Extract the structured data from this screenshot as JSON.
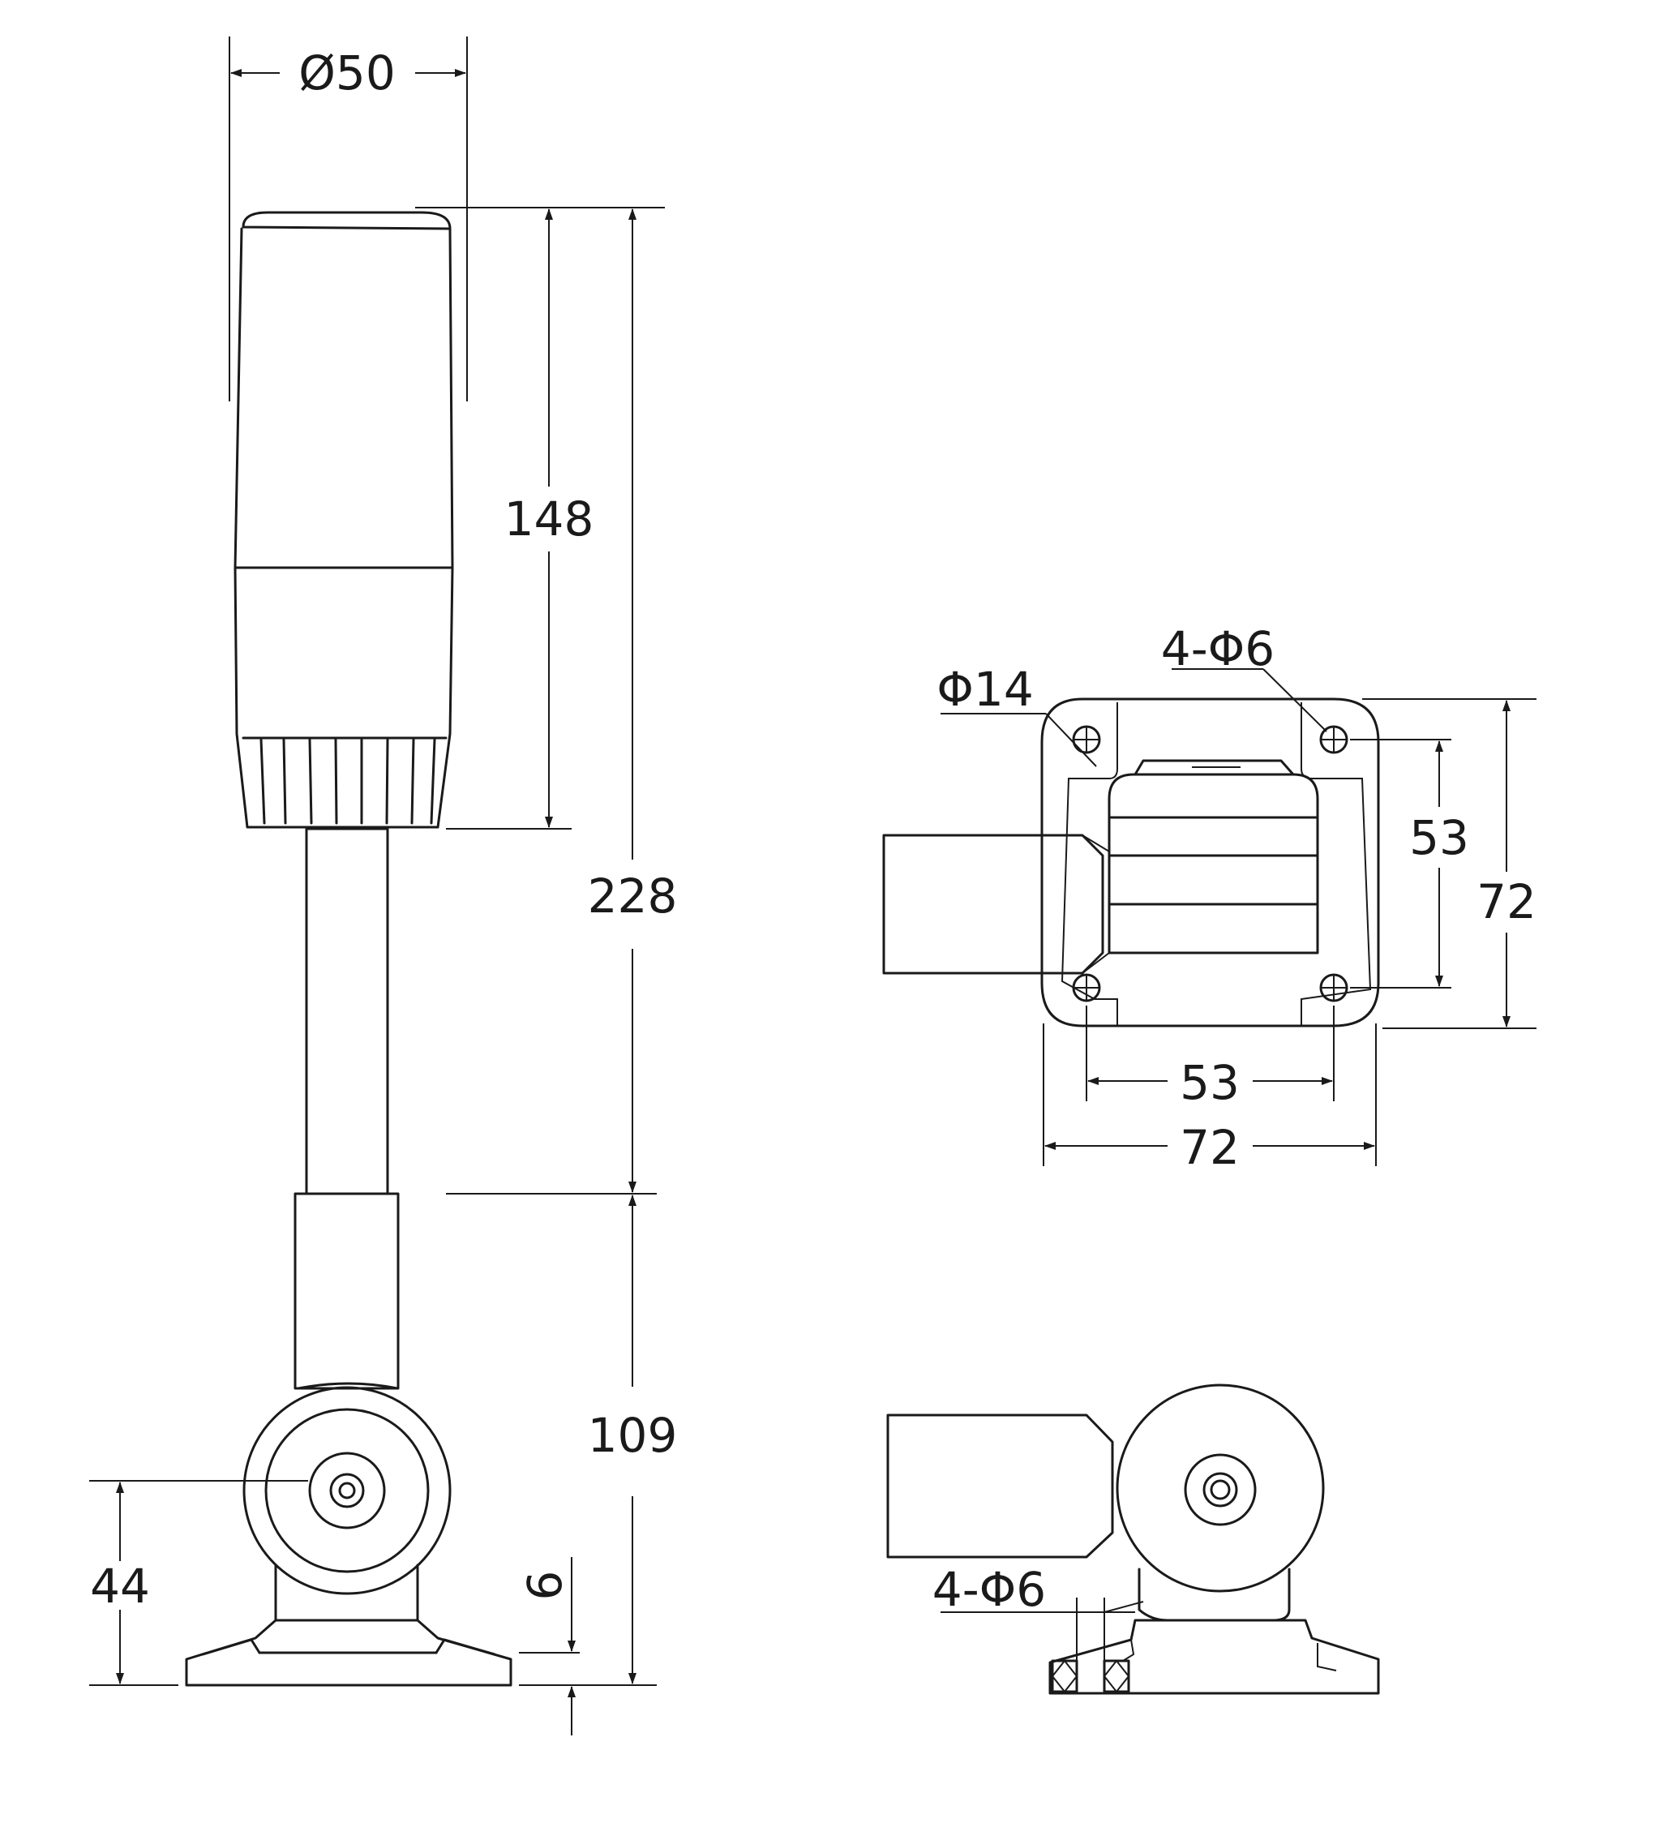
{
  "dimensions": {
    "diameter_50": "Ø50",
    "height_148": "148",
    "height_228": "228",
    "height_109": "109",
    "height_44": "44",
    "thickness_6": "6",
    "bolt_spacing_v": "53",
    "base_width_v": "72",
    "bolt_spacing_h": "53",
    "base_width_h": "72",
    "cable_hole": "Φ14",
    "mount_holes_top": "4-Φ6",
    "mount_holes_side": "4-Φ6"
  }
}
